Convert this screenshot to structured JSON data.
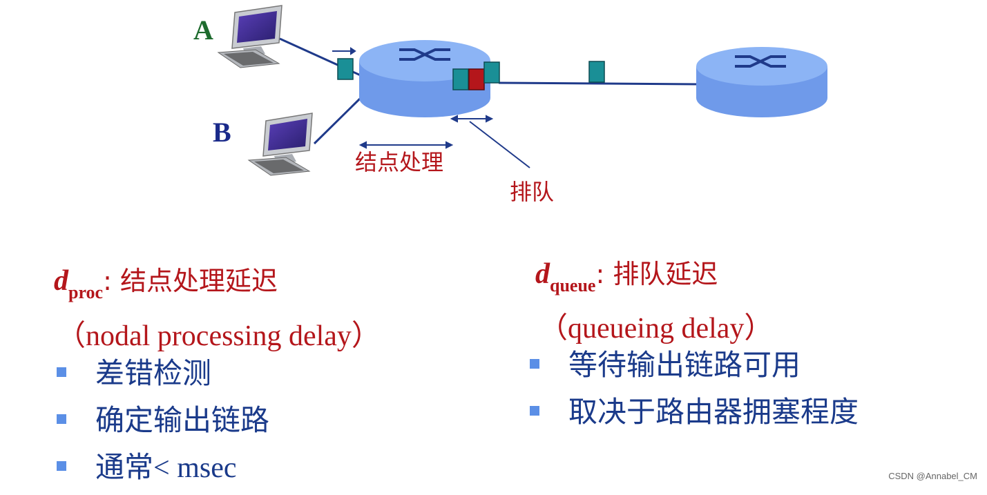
{
  "hosts": {
    "a_label": "A",
    "b_label": "B"
  },
  "annotations": {
    "nodal": "结点处理",
    "queue": "排队"
  },
  "proc": {
    "symbol": "d",
    "subscript": "proc",
    "colon_title": ": 结点处理延迟",
    "english": "（nodal processing delay）",
    "items": [
      {
        "text": "差错检测"
      },
      {
        "text": "确定输出链路"
      },
      {
        "text": "通常",
        "en": "< msec"
      }
    ]
  },
  "queue": {
    "symbol": "d",
    "subscript": "queue",
    "colon_title": ": 排队延迟",
    "english": "（queueing delay）",
    "items": [
      {
        "text": "等待输出链路可用"
      },
      {
        "text": "取决于路由器拥塞程度"
      }
    ]
  },
  "watermark": "CSDN @Annabel_CM",
  "colors": {
    "router_top": "#8cb4f5",
    "router_side": "#6f9aea",
    "packet_teal": "#1a8f96",
    "packet_red": "#b4161b",
    "link": "#1f3a8a",
    "label_red": "#b4161b",
    "text_blue": "#1a3a8a"
  }
}
